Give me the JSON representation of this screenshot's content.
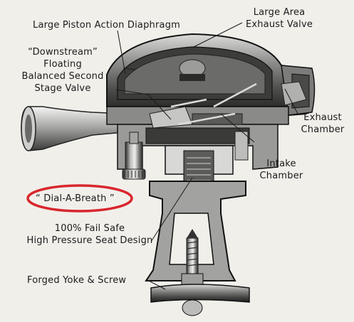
{
  "labels": {
    "large_piston": "Large Piston Action Diaphragm",
    "large_area_1": "Large Area",
    "large_area_2": "Exhaust Valve",
    "downstream_1": "“Downstream”",
    "downstream_2": "Floating",
    "downstream_3": "Balanced Second",
    "downstream_4": "Stage Valve",
    "exhaust_1": "Exhaust",
    "exhaust_2": "Chamber",
    "intake_1": "Intake",
    "intake_2": "Chamber",
    "dial": "“ Dial-A-Breath ”",
    "failsafe_1": "100% Fail Safe",
    "failsafe_2": "High Pressure Seat Design",
    "yoke": "Forged Yoke & Screw"
  },
  "colors": {
    "background": "#f1efea",
    "ink": "#1b1b1b",
    "highlight": "#d8262c"
  }
}
